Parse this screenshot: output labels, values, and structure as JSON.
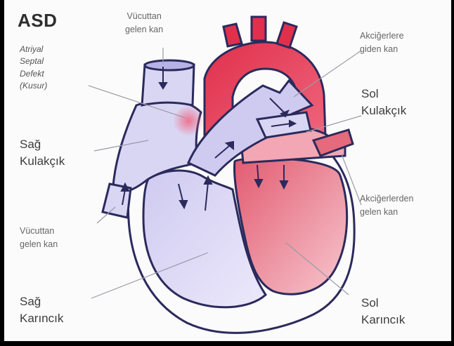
{
  "title": "ASD",
  "defect_label": [
    "Atriyal",
    "Septal",
    "Defekt",
    "(Kusur)"
  ],
  "labels": {
    "body_blood_top": [
      "Vücuttan",
      "gelen kan"
    ],
    "body_blood_bottom": [
      "Vücuttan",
      "gelen kan"
    ],
    "right_atrium": [
      "Sağ",
      "Kulakçık"
    ],
    "right_ventricle": [
      "Sağ",
      "Karıncık"
    ],
    "to_lungs": [
      "Akciğerlere",
      "giden kan"
    ],
    "left_atrium": [
      "Sol",
      "Kulakçık"
    ],
    "from_lungs": [
      "Akciğerlerden",
      "gelen kan"
    ],
    "left_ventricle": [
      "Sol",
      "Karıncık"
    ]
  },
  "colors": {
    "background": "#fbfbfb",
    "deoxygenated": "#d9d6f4",
    "deoxygenated_dark": "#b7b2e6",
    "oxygenated": "#e46a7c",
    "oxygenated_light": "#f4b9c2",
    "aorta": "#d8344c",
    "outline": "#2b2a5c"
  }
}
